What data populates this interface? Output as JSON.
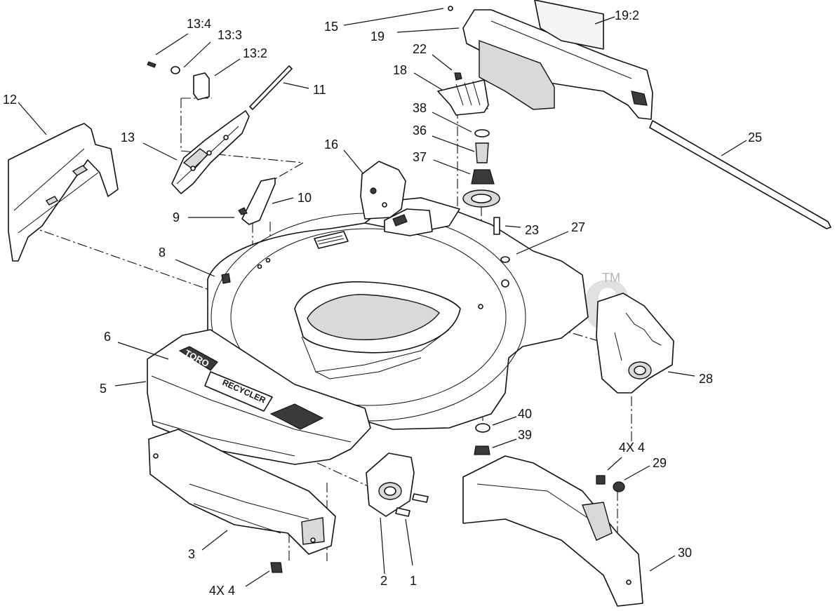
{
  "watermark": {
    "text": "PartsTree",
    "trademark": "TM"
  },
  "callouts": {
    "c1": "1",
    "c2": "2",
    "c3": "3",
    "c4x4_left": "4X 4",
    "c4x4_right": "4X 4",
    "c5": "5",
    "c6": "6",
    "c8": "8",
    "c9": "9",
    "c10": "10",
    "c11": "11",
    "c12": "12",
    "c13": "13",
    "c13_2": "13:2",
    "c13_3": "13:3",
    "c13_4": "13:4",
    "c15": "15",
    "c16": "16",
    "c18": "18",
    "c19": "19",
    "c19_2": "19:2",
    "c22": "22",
    "c23": "23",
    "c25": "25",
    "c27": "27",
    "c28": "28",
    "c29": "29",
    "c30": "30",
    "c36": "36",
    "c37": "37",
    "c38": "38",
    "c39": "39",
    "c40": "40"
  },
  "decals": {
    "brand": "TORO",
    "recycler": "RECYCLER"
  }
}
